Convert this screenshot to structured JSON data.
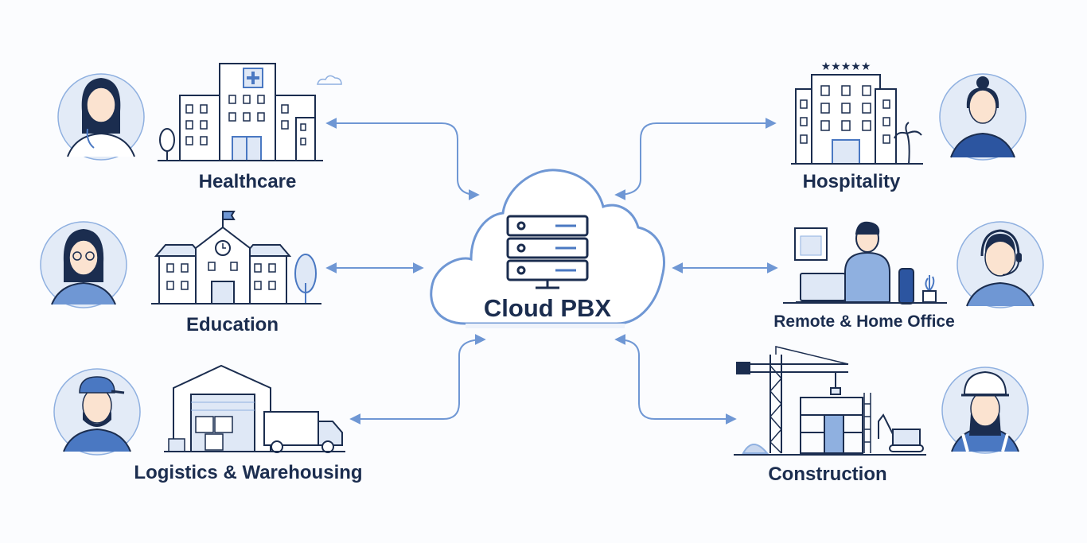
{
  "center": {
    "label": "Cloud PBX",
    "icon": "server-rack-icon"
  },
  "industries": [
    {
      "id": "healthcare",
      "label": "Healthcare",
      "icon": "hospital-icon",
      "person_icon": "doctor-avatar-icon"
    },
    {
      "id": "education",
      "label": "Education",
      "icon": "school-icon",
      "person_icon": "teacher-avatar-icon"
    },
    {
      "id": "logistics",
      "label": "Logistics & Warehousing",
      "icon": "warehouse-truck-icon",
      "person_icon": "worker-avatar-icon"
    },
    {
      "id": "hospitality",
      "label": "Hospitality",
      "icon": "hotel-icon",
      "person_icon": "receptionist-avatar-icon"
    },
    {
      "id": "remote",
      "label": "Remote & Home Office",
      "icon": "home-office-icon",
      "person_icon": "support-agent-avatar-icon"
    },
    {
      "id": "construction",
      "label": "Construction",
      "icon": "crane-icon",
      "person_icon": "builder-avatar-icon"
    }
  ],
  "colors": {
    "line": "#6f97d4",
    "ink": "#1b2d4f",
    "accent": "#4a78c2",
    "fill_light": "#dfe8f6",
    "avatar_bg": "#e3ebf7"
  }
}
